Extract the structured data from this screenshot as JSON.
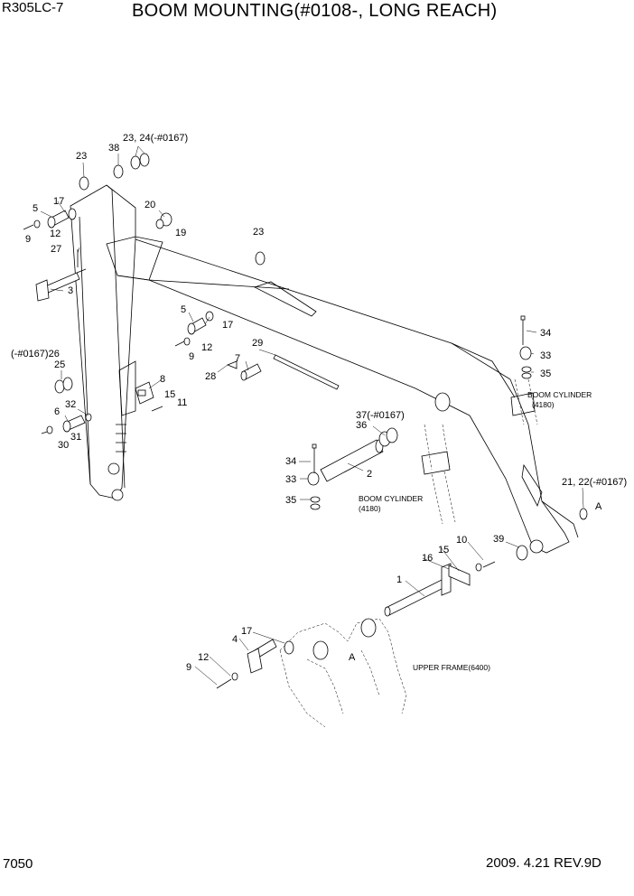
{
  "header": {
    "model": "R305LC-7",
    "title": "BOOM MOUNTING(#0108-, LONG REACH)"
  },
  "footer": {
    "page_number": "7050",
    "date_rev": "2009. 4.21  REV.9D"
  },
  "notes": {
    "boom_cylinder_right": "BOOM CYLINDER",
    "boom_cylinder_right_ref": "(4180)",
    "boom_cylinder_center": "BOOM CYLINDER",
    "boom_cylinder_center_ref": "(4180)",
    "upper_frame": "UPPER FRAME(6400)"
  },
  "callouts": {
    "c1": "1",
    "c2": "2",
    "c3": "3",
    "c4": "4",
    "c5a": "5",
    "c5b": "5",
    "c6": "6",
    "c7": "7",
    "c8": "8",
    "c9a": "9",
    "c9b": "9",
    "c9c": "9",
    "c10": "10",
    "c11": "11",
    "c12a": "12",
    "c12b": "12",
    "c12c": "12",
    "c15a": "15",
    "c15b": "15",
    "c16": "16",
    "c17a": "17",
    "c17b": "17",
    "c17c": "17",
    "c19": "19",
    "c20": "20",
    "c21_22": "21, 22(-#0167)",
    "c23a": "23",
    "c23b": "23",
    "c23_24": "23, 24(-#0167)",
    "c25": "25",
    "c26": "(-#0167)26",
    "c27": "27",
    "c28": "28",
    "c29": "29",
    "c30": "30",
    "c31": "31",
    "c32": "32",
    "c33a": "33",
    "c33b": "33",
    "c34a": "34",
    "c34b": "34",
    "c35a": "35",
    "c35b": "35",
    "c36": "36",
    "c37": "37(-#0167)",
    "c38": "38",
    "c39": "39",
    "refA1": "A",
    "refA2": "A"
  }
}
